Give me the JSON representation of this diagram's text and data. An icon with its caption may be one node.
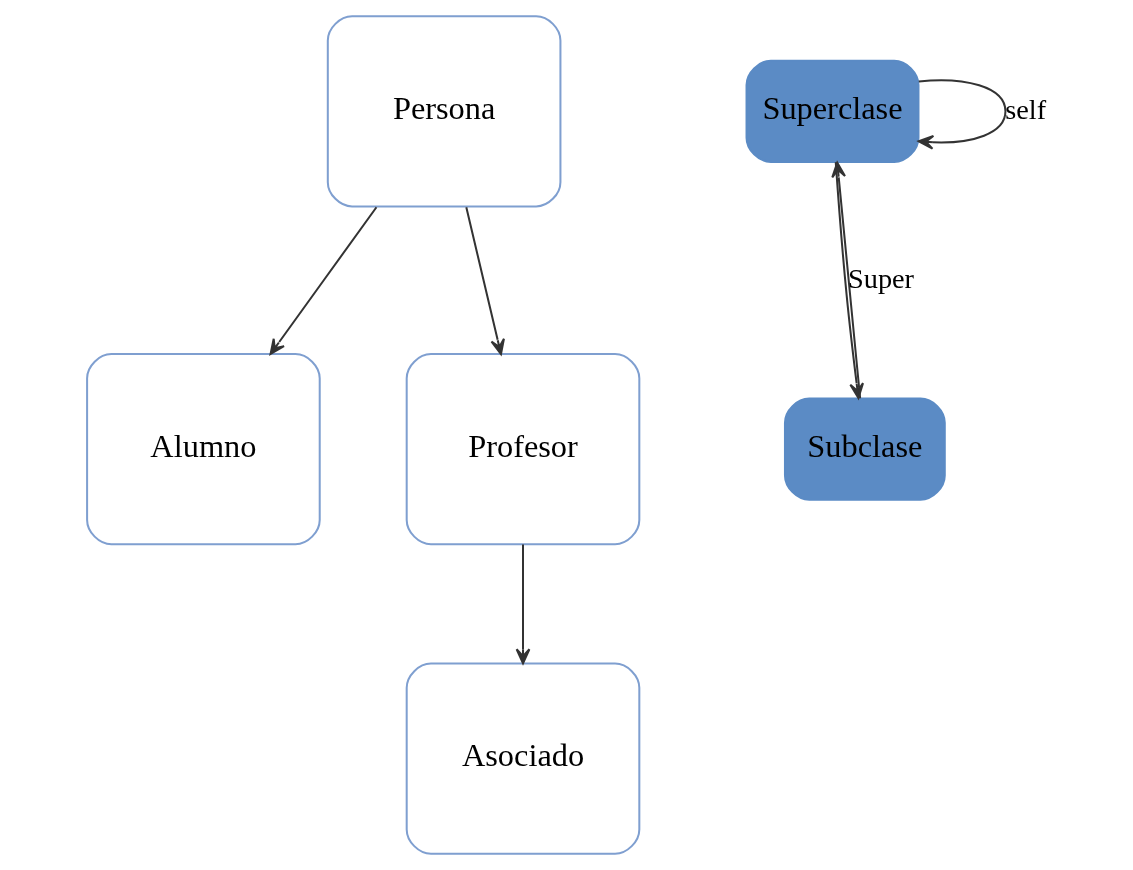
{
  "diagram": {
    "nodes": [
      {
        "text": [
          "Persona"
        ]
      },
      {
        "text": [
          "Alumno"
        ]
      },
      {
        "text": [
          "Profesor"
        ]
      },
      {
        "text": [
          "Asociado"
        ]
      },
      {
        "text": [
          "Superclase"
        ]
      },
      {
        "text": [
          "Subclase"
        ]
      }
    ],
    "edges": [
      {
        "from": 0,
        "to": 1,
        "arrow": "to"
      },
      {
        "from": 0,
        "to": 2,
        "arrow": "to"
      },
      {
        "from": 2,
        "to": 3,
        "arrow": "to"
      },
      {
        "from": 4,
        "to": 5,
        "arrow": "to"
      },
      {
        "from": 5,
        "to": 4,
        "arrow": "to",
        "label": "Super"
      },
      {
        "from": 4,
        "to": 4,
        "arrow": "to",
        "label": "self"
      }
    ]
  }
}
